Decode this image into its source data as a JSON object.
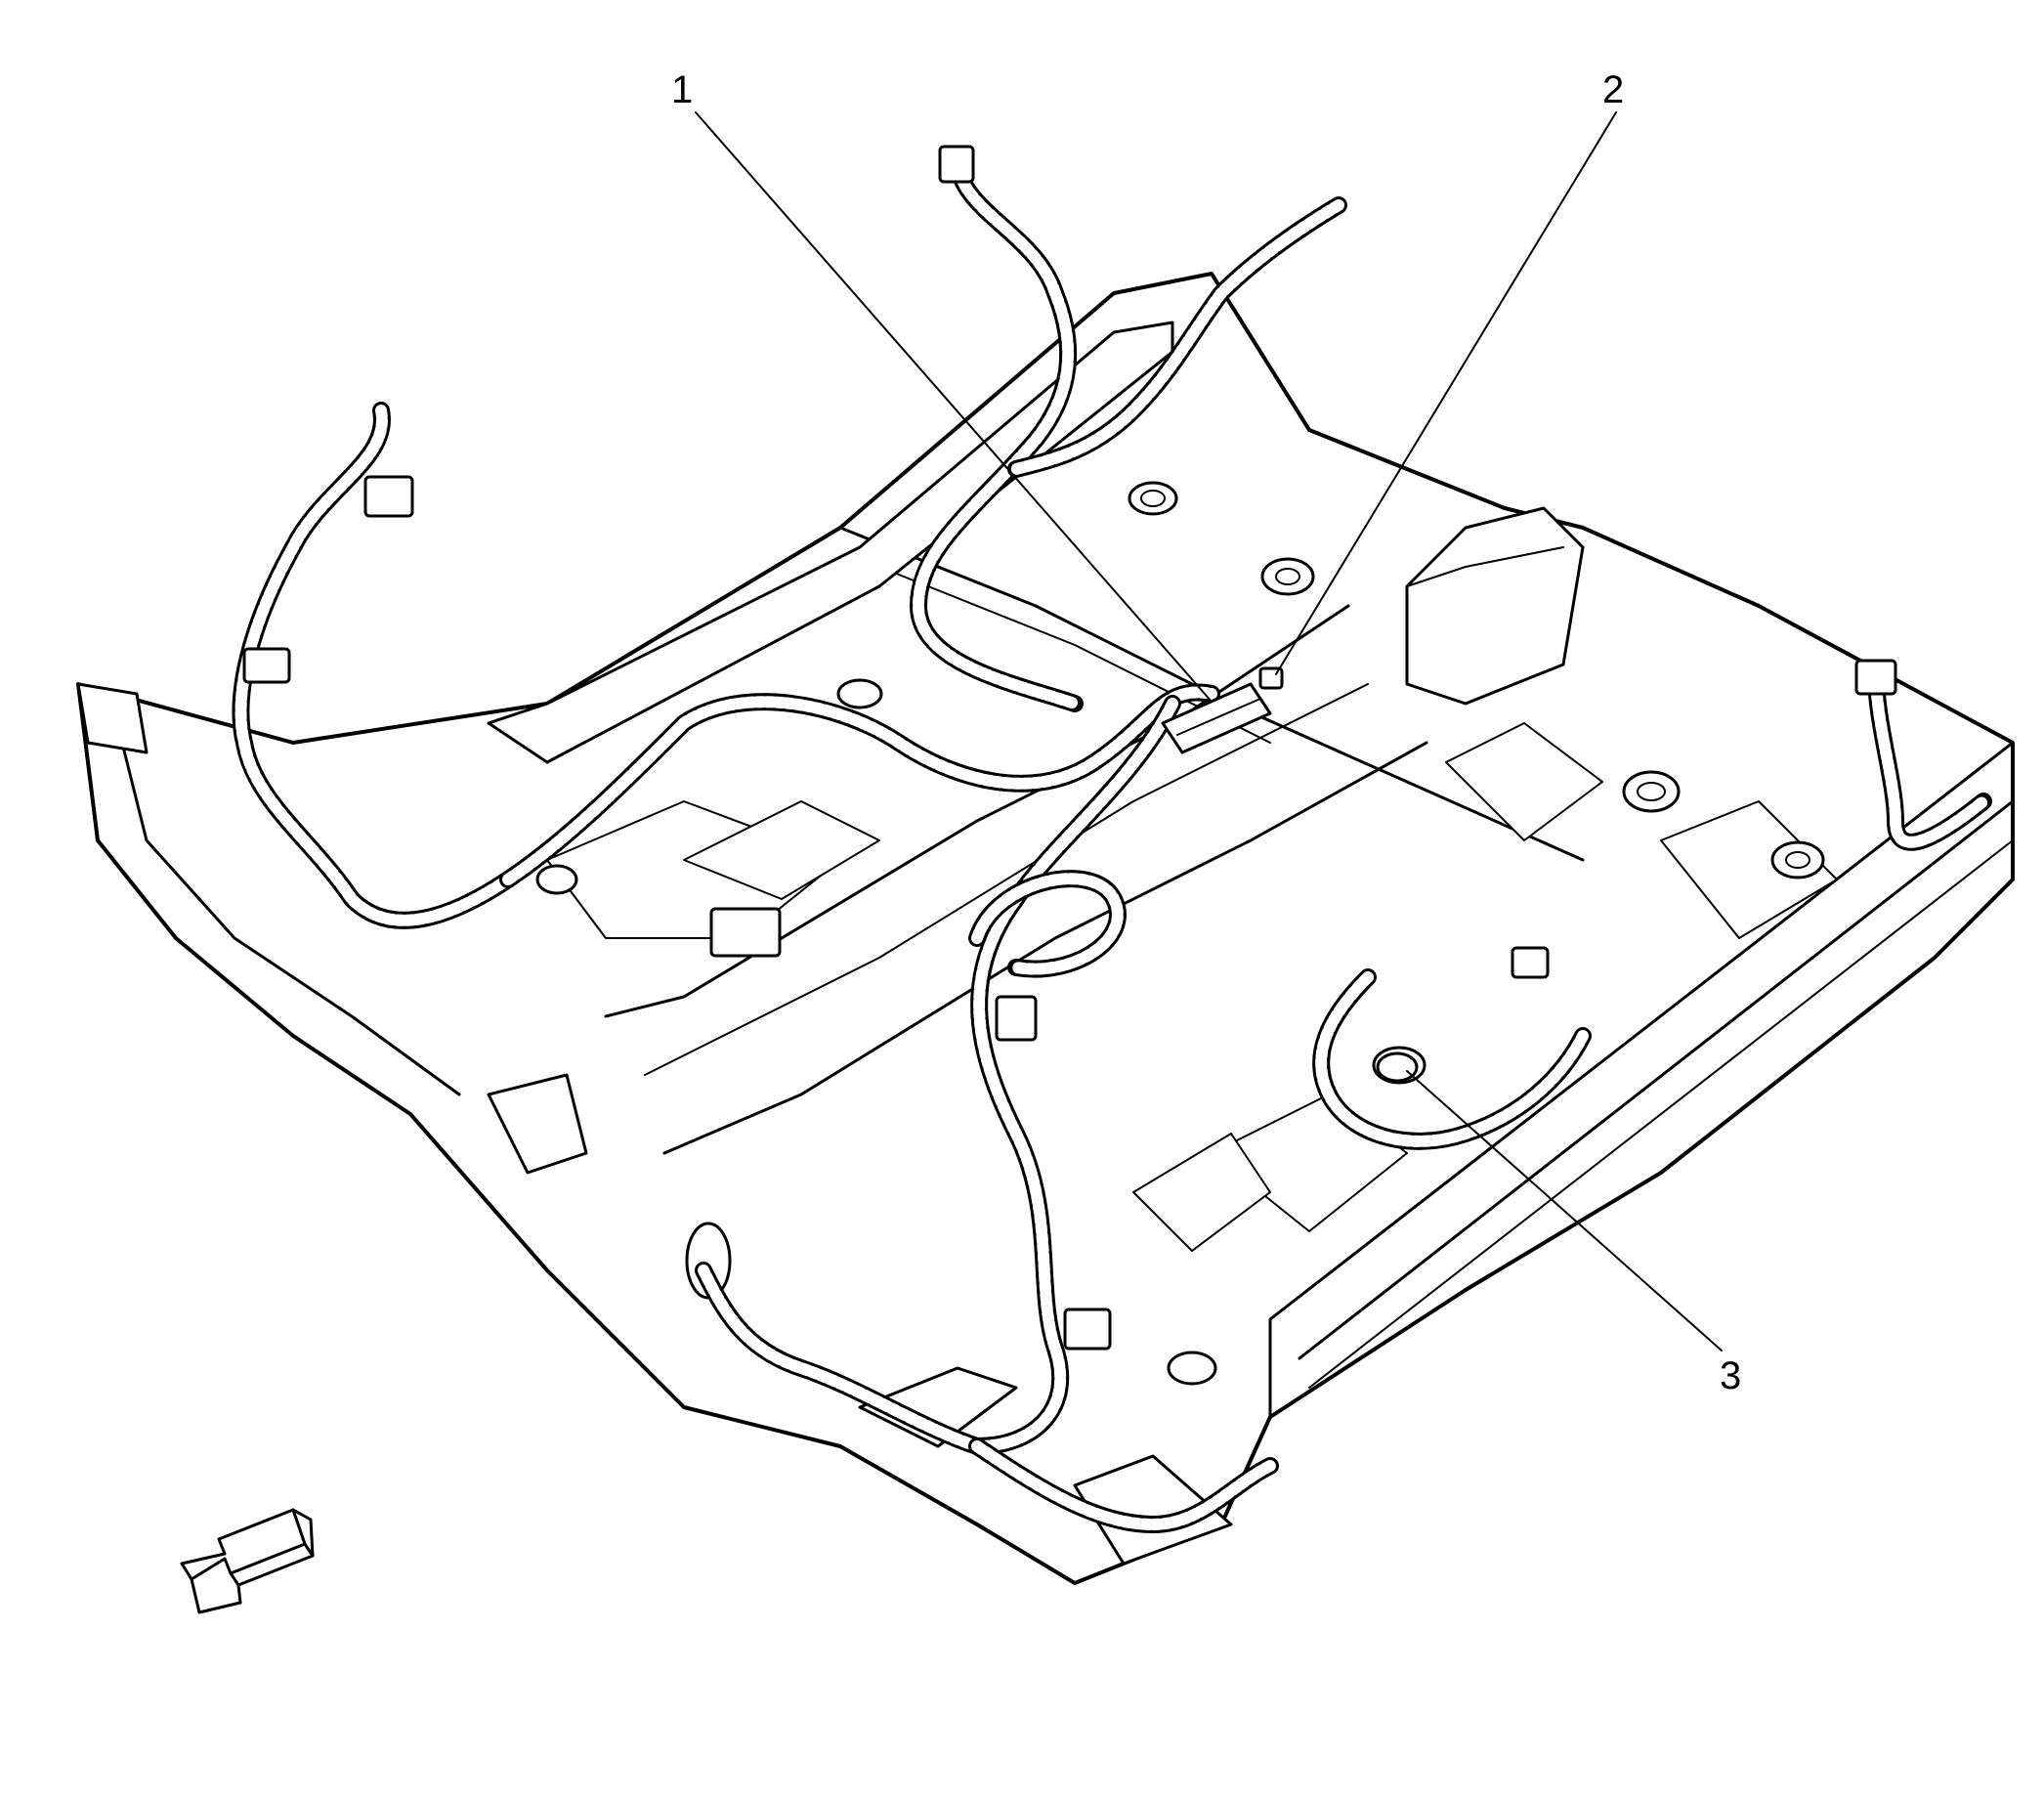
{
  "diagram": {
    "callouts": [
      {
        "id": "1",
        "label": "1"
      },
      {
        "id": "2",
        "label": "2"
      },
      {
        "id": "3",
        "label": "3"
      }
    ]
  },
  "icons": {
    "direction_arrow": "front-direction-arrow-icon"
  },
  "colors": {
    "line": "#000000",
    "background": "#ffffff"
  }
}
